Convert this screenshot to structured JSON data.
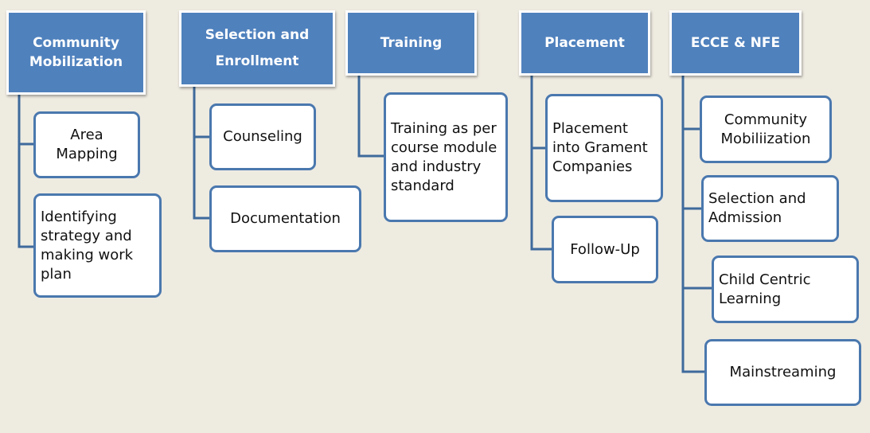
{
  "colors": {
    "background": "#eeebe1",
    "header_fill": "#4f81bd",
    "child_border": "#4a78ae",
    "connector": "#3e6a9c"
  },
  "columns": [
    {
      "header": "Community\nMobilization",
      "children": [
        "Area\nMapping",
        "Identifying\nstrategy and\nmaking work\nplan"
      ]
    },
    {
      "header": "Selection and\nEnrollment",
      "children": [
        "Counseling",
        "Documentation"
      ]
    },
    {
      "header": "Training",
      "children": [
        "Training as per\ncourse module\nand  industry\nstandard"
      ]
    },
    {
      "header": "Placement",
      "children": [
        "Placement\ninto Grament\nCompanies",
        "Follow-Up"
      ]
    },
    {
      "header": "ECCE  & NFE",
      "children": [
        "Community\nMobiliization",
        "Selection and\nAdmission",
        "Child Centric\nLearning",
        "Mainstreaming"
      ]
    }
  ]
}
